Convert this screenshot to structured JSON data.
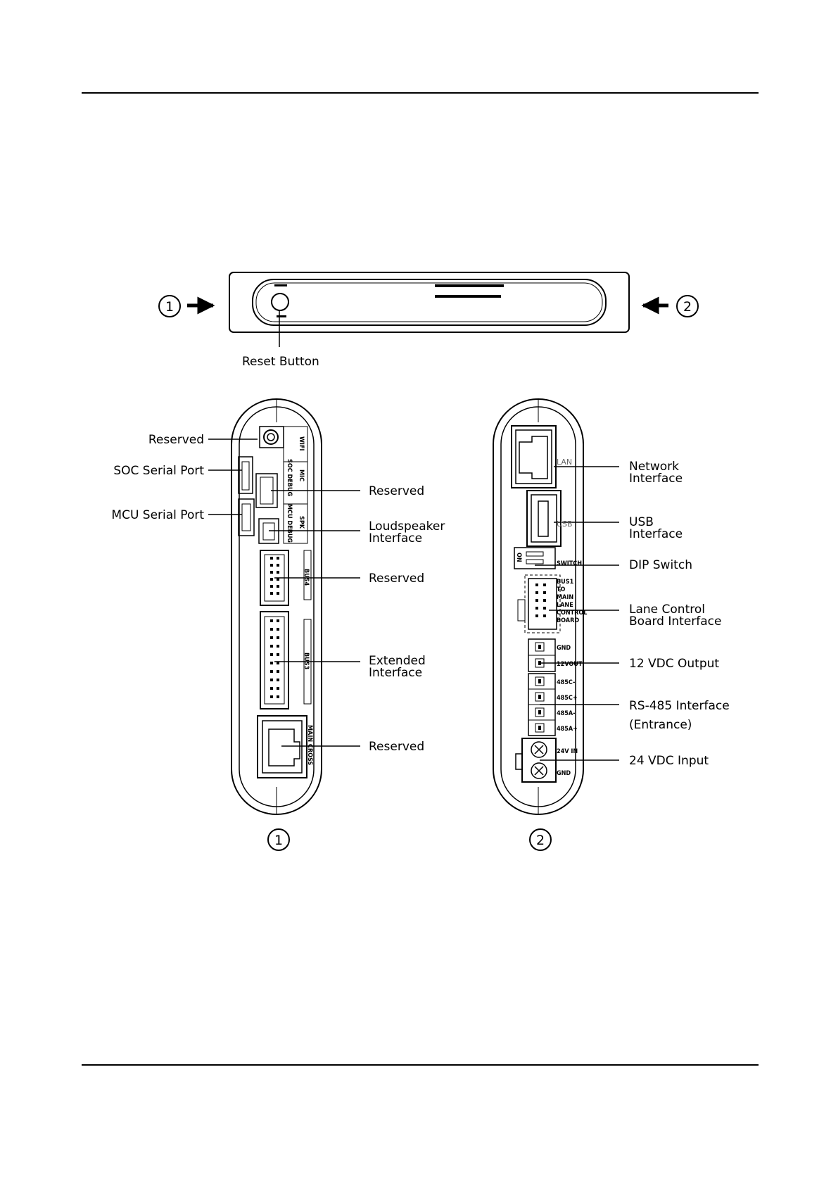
{
  "top_view": {
    "reset_label": "Reset Button",
    "callout_left": "1",
    "callout_right": "2"
  },
  "side1": {
    "callout": "1",
    "silk": {
      "wifi": "WIFI",
      "mic": "MIC",
      "soc_debug": "SOC DEBUG",
      "mcu_debug": "MCU DEBUG",
      "spk": "SPK",
      "bus4": "BUS4",
      "bus3": "BUS3",
      "main_cross": "MAIN CROSS"
    },
    "labels_left": {
      "reserved": "Reserved",
      "soc": "SOC Serial Port",
      "mcu": "MCU Serial Port"
    },
    "labels_right": {
      "reserved1": "Reserved",
      "loud1": "Loudspeaker",
      "loud2": "Interface",
      "reserved2": "Reserved",
      "ext1": "Extended",
      "ext2": "Interface",
      "reserved3": "Reserved"
    }
  },
  "side2": {
    "callout": "2",
    "silk": {
      "lan": "LAN",
      "usb": "USB",
      "switch": "SWITCH",
      "on": "ON",
      "bus1": "BUS1",
      "to": "TO",
      "main": "MAIN",
      "lane": "LANE",
      "control": "CONTROL",
      "board": "BOARD",
      "gnd1": "GND",
      "out12": "12VOUT",
      "c_minus": "485C-",
      "c_plus": "485C+",
      "a_minus": "485A-",
      "a_plus": "485A+",
      "in24": "24V IN",
      "gnd2": "GND"
    },
    "labels": {
      "net1": "Network",
      "net2": "Interface",
      "usb1": "USB",
      "usb2": "Interface",
      "dip": "DIP Switch",
      "lane1": "Lane Control",
      "lane2": "Board Interface",
      "out12": "12 VDC Output",
      "rs1": "RS-485 Interface",
      "rs2": "(Entrance)",
      "in24": "24 VDC Input"
    }
  }
}
